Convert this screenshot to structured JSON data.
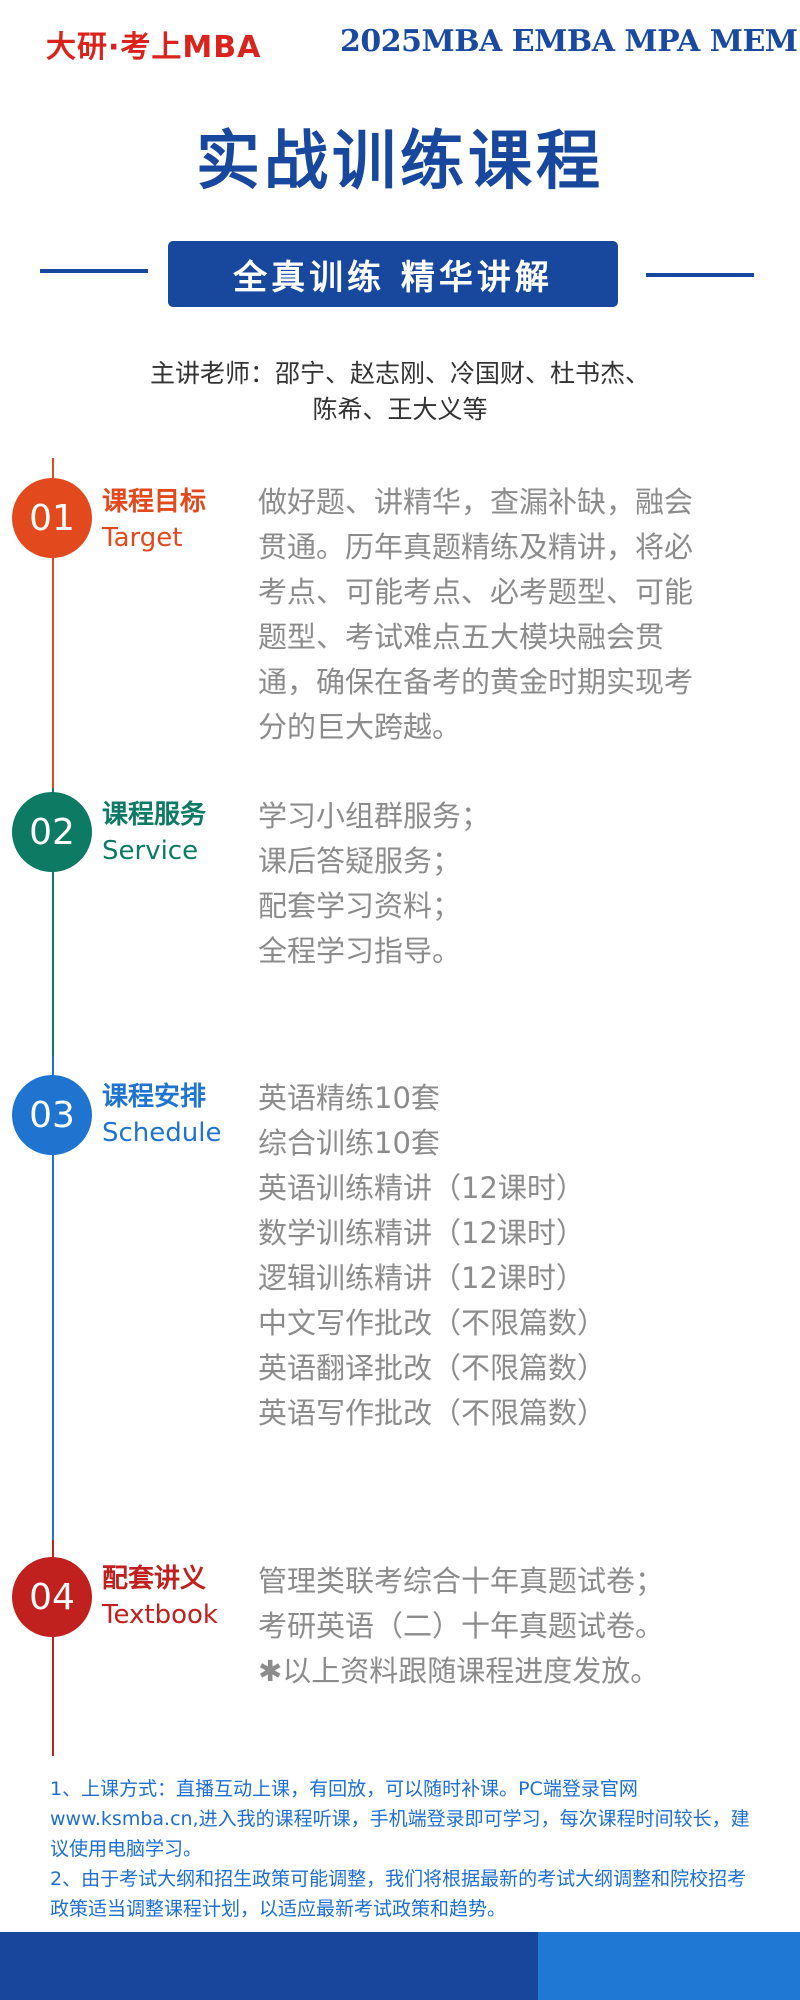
{
  "header": {
    "brand": "大研·考上MBA",
    "programs": "2025MBA EMBA MPA MEM",
    "title": "实战训练课程",
    "banner": "全真训练 精华讲解"
  },
  "teachers": {
    "line1": "主讲老师：邵宁、赵志刚、冷国财、杜书杰、",
    "line2": "陈希、王大义等"
  },
  "sections": [
    {
      "num": "01",
      "title_zh": "课程目标",
      "title_en": "Target",
      "color": "#e24a1e",
      "lines": [
        "做好题、讲精华，查漏补缺，融会",
        "贯通。历年真题精练及精讲，将必",
        "考点、可能考点、必考题型、可能",
        "题型、考试难点五大模块融会贯",
        "通，确保在备考的黄金时期实现考",
        "分的巨大跨越。"
      ]
    },
    {
      "num": "02",
      "title_zh": "课程服务",
      "title_en": "Service",
      "color": "#0d7a64",
      "lines": [
        "学习小组群服务；",
        "课后答疑服务；",
        "配套学习资料；",
        "全程学习指导。"
      ]
    },
    {
      "num": "03",
      "title_zh": "课程安排",
      "title_en": "Schedule",
      "color": "#1f74d0",
      "lines": [
        "英语精练10套",
        "综合训练10套",
        "英语训练精讲（12课时）",
        "数学训练精讲（12课时）",
        "逻辑训练精讲（12课时）",
        "中文写作批改（不限篇数）",
        "英语翻译批改（不限篇数）",
        "英语写作批改（不限篇数）"
      ]
    },
    {
      "num": "04",
      "title_zh": "配套讲义",
      "title_en": "Textbook",
      "color": "#c0201e",
      "lines": [
        "管理类联考综合十年真题试卷；",
        "考研英语（二）十年真题试卷。",
        "✱以上资料跟随课程进度发放。"
      ]
    }
  ],
  "notes": {
    "note1": "1、上课方式：直播互动上课，有回放，可以随时补课。PC端登录官网www.ksmba.cn,进入我的课程听课，手机端登录即可学习，每次课程时间较长，建议使用电脑学习。",
    "note2": "2、由于考试大纲和招生政策可能调整，我们将根据最新的考试大纲调整和院校招考政策适当调整课程计划，以适应最新考试政策和趋势。"
  }
}
